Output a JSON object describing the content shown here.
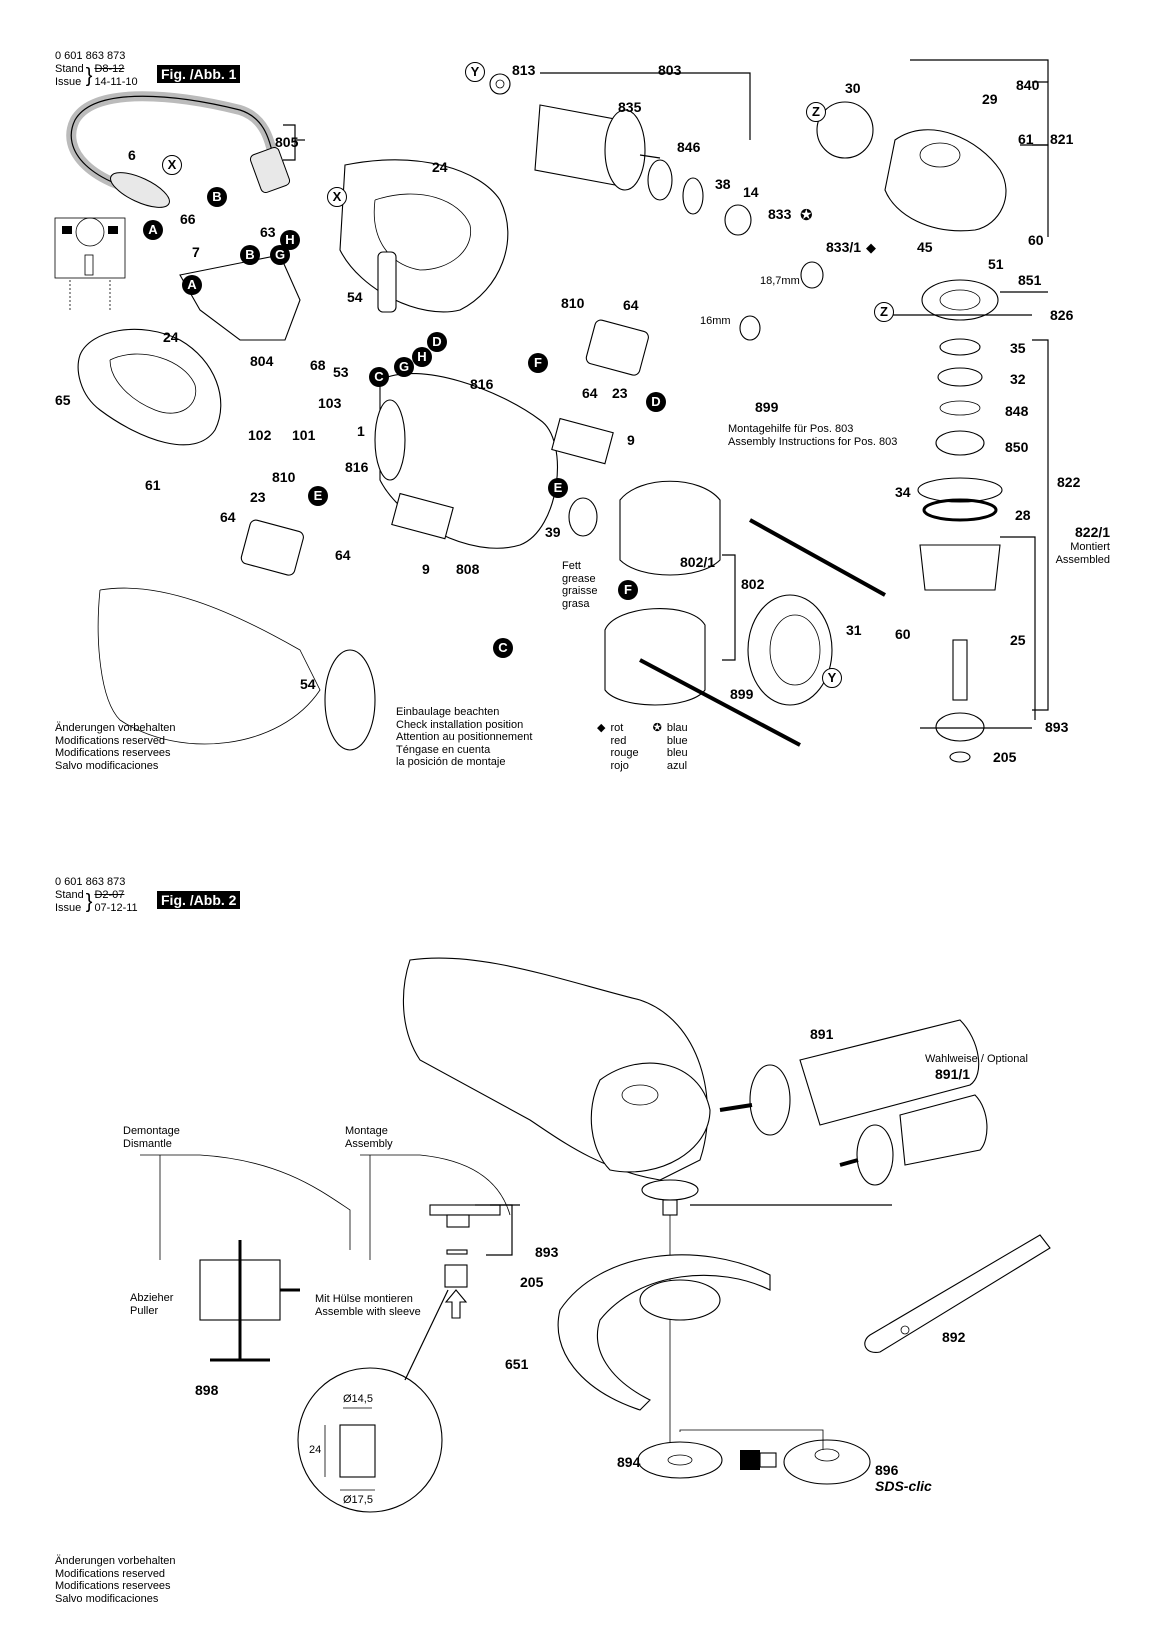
{
  "fig1": {
    "part_number": "0 601 863 873",
    "stand_label": "Stand",
    "stand_value": "D8-12",
    "issue_label": "Issue",
    "issue_value": "14-11-10",
    "figure_title": "Fig. /Abb. 1",
    "callouts": {
      "c805": "805",
      "c6": "6",
      "c24a": "24",
      "c66": "66",
      "c63": "63",
      "c7": "7",
      "c54": "54",
      "c804": "804",
      "c68": "68",
      "c53": "53",
      "c24b": "24",
      "c65": "65",
      "c102": "102",
      "c101": "101",
      "c61a": "61",
      "c103": "103",
      "c1": "1",
      "c810a": "810",
      "c64a": "64",
      "c23a": "23",
      "c816a": "816",
      "c64b": "64",
      "c9a": "9",
      "c810b": "810",
      "c23b": "23",
      "c816b": "816",
      "c64c": "64",
      "c64d": "64",
      "c9b": "9",
      "c808": "808",
      "c39": "39",
      "c802_1": "802/1",
      "c802": "802",
      "c31": "31",
      "c899a": "899",
      "c899b": "899",
      "c54b": "54",
      "c813": "813",
      "c803": "803",
      "c835": "835",
      "c846": "846",
      "c38": "38",
      "c14": "14",
      "c833": "833",
      "c833_1": "833/1",
      "c30": "30",
      "c840": "840",
      "c29": "29",
      "c821": "821",
      "c61b": "61",
      "c60a": "60",
      "c51": "51",
      "c45": "45",
      "c851": "851",
      "c826": "826",
      "c35": "35",
      "c32": "32",
      "c848": "848",
      "c850": "850",
      "c34": "34",
      "c822": "822",
      "c28": "28",
      "c822_1": "822/1",
      "c60b": "60",
      "c25": "25",
      "c893": "893",
      "c205": "205"
    },
    "dims": {
      "d18_7": "18,7mm",
      "d16": "16mm"
    },
    "markers": {
      "A": "A",
      "B": "B",
      "C": "C",
      "D": "D",
      "E": "E",
      "F": "F",
      "G": "G",
      "H": "H",
      "X": "X",
      "Y": "Y",
      "Z": "Z"
    },
    "assembled_note": [
      "Montiert",
      "Assembled"
    ],
    "assembly_help": [
      "Montagehilfe für Pos. 803",
      "Assembly Instructions for Pos. 803"
    ],
    "grease_note": [
      "Fett",
      "grease",
      "graisse",
      "grasa"
    ],
    "install_note": [
      "Einbaulage beachten",
      "Check installation position",
      "Attention au positionnement",
      "Téngase en cuenta",
      "la posición de montaje"
    ],
    "legend": {
      "red_symbol": "diamond-icon",
      "red": [
        "rot",
        "red",
        "rouge",
        "rojo"
      ],
      "blue_symbol": "star-circle-icon",
      "blue": [
        "blau",
        "blue",
        "bleu",
        "azul"
      ]
    },
    "disclaimer": [
      "Änderungen vorbehalten",
      "Modifications reserved",
      "Modifications reservees",
      "Salvo modificaciones"
    ]
  },
  "fig2": {
    "part_number": "0 601 863 873",
    "stand_label": "Stand",
    "stand_value": "D2-07",
    "issue_label": "Issue",
    "issue_value": "07-12-11",
    "figure_title": "Fig. /Abb. 2",
    "callouts": {
      "c891": "891",
      "c891_1": "891/1",
      "c893": "893",
      "c205": "205",
      "c892": "892",
      "c651": "651",
      "c898": "898",
      "c894": "894",
      "c896": "896"
    },
    "optional_note": "Wahlweise / Optional",
    "sds_label": "SDS-clic",
    "dismantle": [
      "Demontage",
      "Dismantle"
    ],
    "assembly": [
      "Montage",
      "Assembly"
    ],
    "puller": [
      "Abzieher",
      "Puller"
    ],
    "sleeve_note": [
      "Mit Hülse montieren",
      "Assemble with sleeve"
    ],
    "sleeve_dims": {
      "inner": "Ø14,5",
      "height": "24",
      "outer": "Ø17,5"
    },
    "disclaimer": [
      "Änderungen vorbehalten",
      "Modifications reserved",
      "Modifications reservees",
      "Salvo modificaciones"
    ]
  }
}
